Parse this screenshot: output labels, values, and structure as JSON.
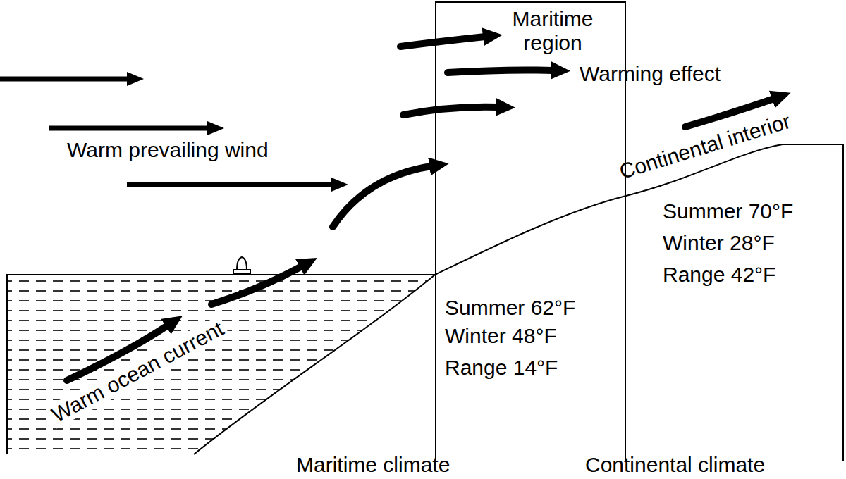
{
  "diagram": {
    "nodes": [
      {
        "text": [
          "Maritime region",
          "Summer 62°F",
          "Winter 48°F",
          "Range 14°F"
        ]
      },
      {
        "text": [
          "Summer 70°F",
          "Winter 28°F",
          "Range 42°F"
        ]
      }
    ],
    "labels": [
      "Warm prevailing wind",
      "Warming effect",
      "Continental interior",
      "Warm ocean current",
      "Maritime climate",
      "Continental climate"
    ]
  }
}
